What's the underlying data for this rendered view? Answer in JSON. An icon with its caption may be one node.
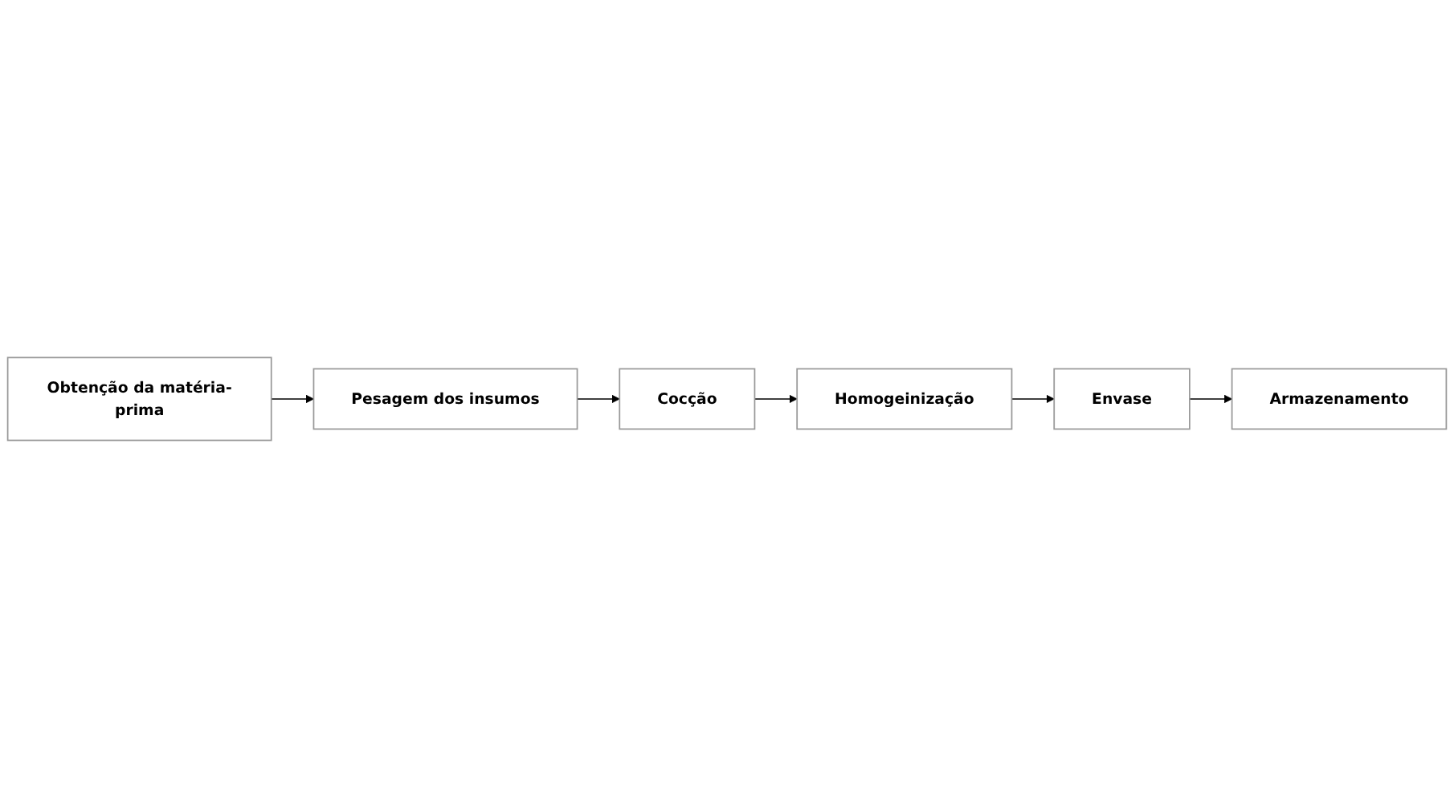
{
  "diagram": {
    "nodes": [
      {
        "text": [
          "Obtenção da matéria-prima"
        ]
      },
      {
        "text": [
          "Pesagem dos insumos"
        ]
      },
      {
        "text": [
          "Cocção"
        ]
      },
      {
        "text": [
          "Homogeinização"
        ]
      },
      {
        "text": [
          "Envase"
        ]
      },
      {
        "text": [
          "Armazenamento"
        ]
      }
    ],
    "edges": [
      {
        "from": 0,
        "to": 1,
        "arrow": "to"
      },
      {
        "from": 1,
        "to": 2,
        "arrow": "to"
      },
      {
        "from": 2,
        "to": 3,
        "arrow": "to"
      },
      {
        "from": 3,
        "to": 4,
        "arrow": "to"
      },
      {
        "from": 4,
        "to": 5,
        "arrow": "to"
      }
    ]
  }
}
